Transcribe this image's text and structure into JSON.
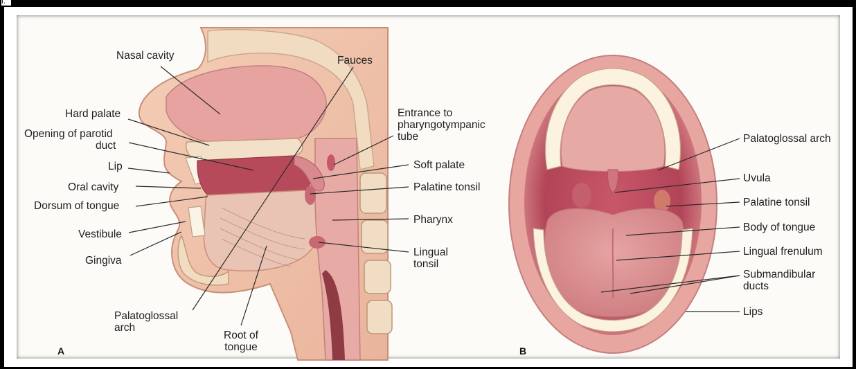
{
  "stray_mark": "I.",
  "panel_a": {
    "letter": "A",
    "labels": {
      "nasal_cavity": "Nasal cavity",
      "fauces": "Fauces",
      "hard_palate": "Hard palate",
      "entrance_line1": "Entrance to",
      "entrance_line2": "pharyngotympanic",
      "entrance_line3": "tube",
      "parotid_line1": "Opening of parotid",
      "parotid_line2": "duct",
      "lip": "Lip",
      "soft_palate": "Soft palate",
      "oral_cavity": "Oral cavity",
      "palatine_tonsil": "Palatine tonsil",
      "dorsum": "Dorsum of tongue",
      "pharynx": "Pharynx",
      "vestibule": "Vestibule",
      "lingual_line1": "Lingual",
      "lingual_line2": "tonsil",
      "gingiva": "Gingiva",
      "palatoglossal_line1": "Palatoglossal",
      "palatoglossal_line2": "arch",
      "root_line1": "Root of",
      "root_line2": "tongue"
    }
  },
  "panel_b": {
    "letter": "B",
    "labels": {
      "palatoglossal_arch": "Palatoglossal arch",
      "uvula": "Uvula",
      "palatine_tonsil": "Palatine tonsil",
      "body_of_tongue": "Body of tongue",
      "lingual_frenulum": "Lingual frenulum",
      "submandibular_line1": "Submandibular",
      "submandibular_line2": "ducts",
      "lips": "Lips"
    }
  }
}
